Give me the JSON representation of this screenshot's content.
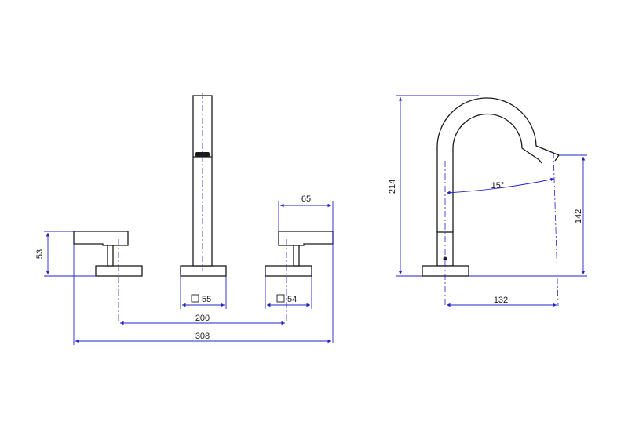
{
  "dimensions": {
    "d53": "53",
    "d65": "65",
    "d55": "55",
    "d54": "54",
    "d200": "200",
    "d308": "308",
    "d214": "214",
    "d15deg": "15°",
    "d142": "142",
    "d132": "132"
  },
  "colors": {
    "dimension": "#2323c8",
    "outline": "#1a1a1a"
  }
}
